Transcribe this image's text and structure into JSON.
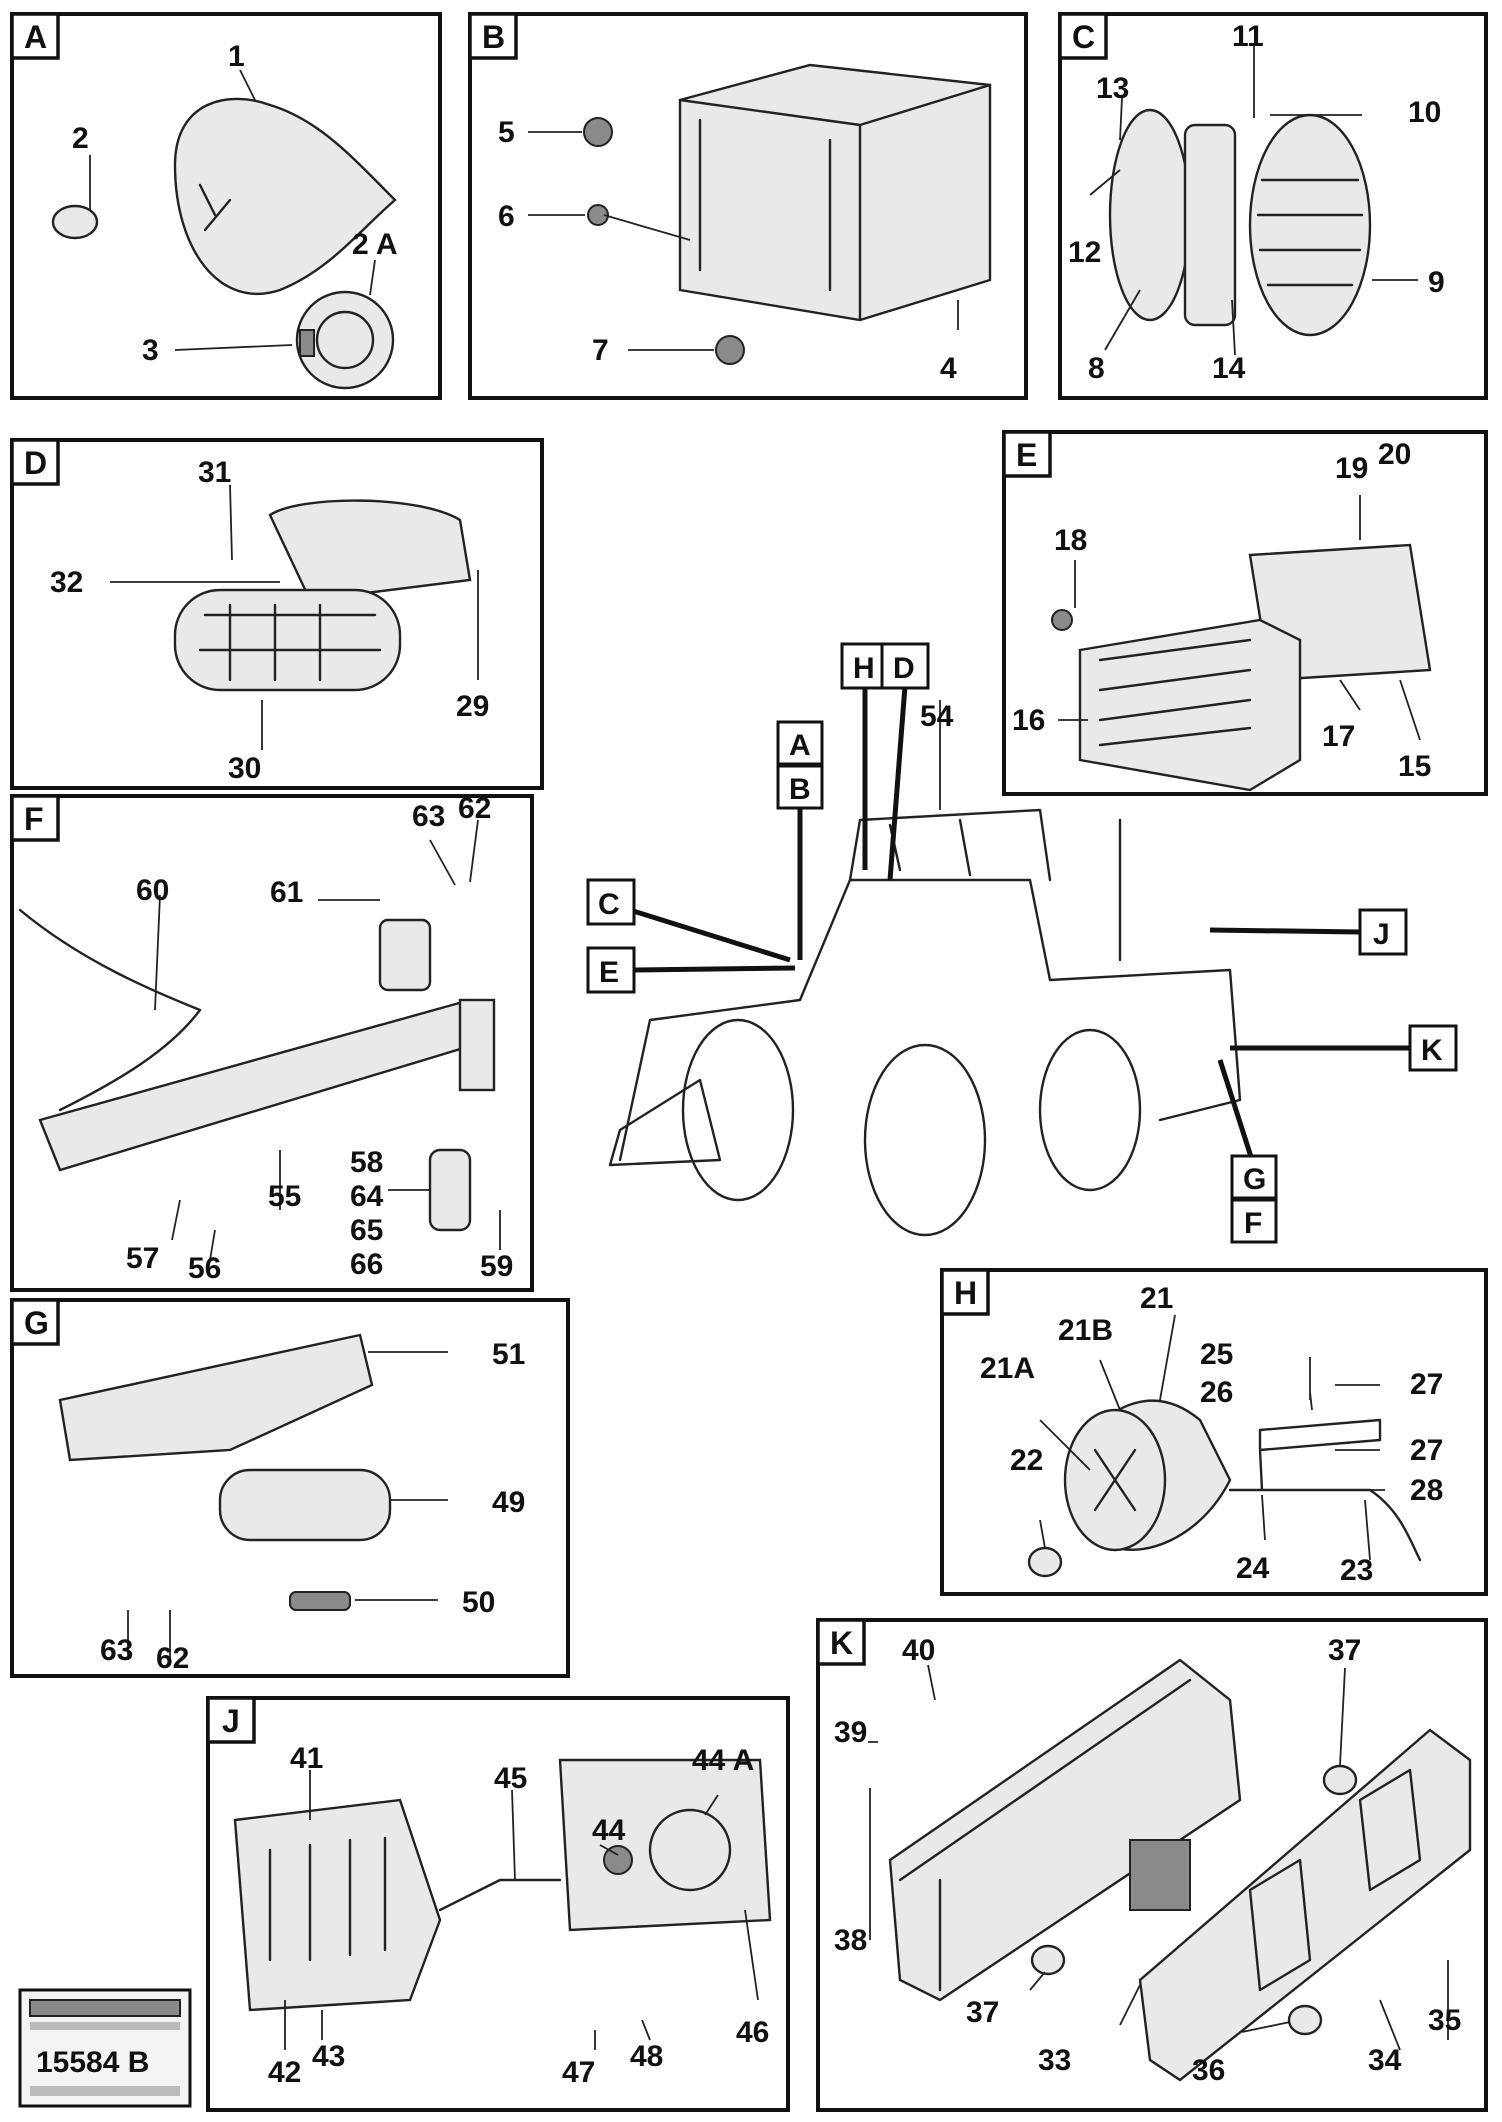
{
  "panels": {
    "A": {
      "letter": "A",
      "labels": [
        "1",
        "2",
        "2 A",
        "3"
      ]
    },
    "B": {
      "letter": "B",
      "labels": [
        "5",
        "6",
        "7",
        "4"
      ]
    },
    "C": {
      "letter": "C",
      "labels": [
        "11",
        "13",
        "10",
        "12",
        "9",
        "8",
        "14"
      ]
    },
    "D": {
      "letter": "D",
      "labels": [
        "31",
        "32",
        "29",
        "30"
      ]
    },
    "E": {
      "letter": "E",
      "labels": [
        "19",
        "20",
        "18",
        "16",
        "17",
        "15"
      ]
    },
    "F": {
      "letter": "F",
      "labels": [
        "63",
        "62",
        "60",
        "61",
        "55",
        "58",
        "64",
        "65",
        "66",
        "57",
        "56",
        "59"
      ]
    },
    "G": {
      "letter": "G",
      "labels": [
        "51",
        "49",
        "50",
        "63",
        "62"
      ]
    },
    "H": {
      "letter": "H",
      "labels": [
        "21",
        "21B",
        "21A",
        "25",
        "26",
        "27",
        "27",
        "22",
        "28",
        "24",
        "23"
      ]
    },
    "J": {
      "letter": "J",
      "labels": [
        "41",
        "45",
        "44 A",
        "44",
        "42",
        "43",
        "47",
        "48",
        "46"
      ]
    },
    "K": {
      "letter": "K",
      "labels": [
        "40",
        "37",
        "39",
        "38",
        "37",
        "33",
        "36",
        "34",
        "35"
      ]
    }
  },
  "machine": {
    "label": "54",
    "tags": [
      "A",
      "B",
      "H",
      "D",
      "C",
      "E",
      "J",
      "K",
      "G",
      "F"
    ]
  },
  "stamp": {
    "code": "15584 B"
  }
}
